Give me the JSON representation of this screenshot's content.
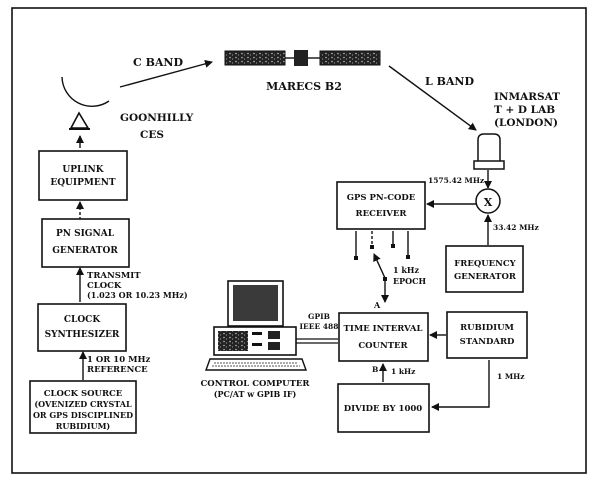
{
  "diagram": {
    "links": {
      "c_band": "C BAND",
      "l_band": "L BAND"
    },
    "satellite": {
      "name": "MARECS B2"
    },
    "ground_station": {
      "line1": "GOONHILLY",
      "line2": "CES"
    },
    "lab": {
      "line1": "INMARSAT",
      "line2": "T + D  LAB",
      "line3": "(LONDON)"
    },
    "blocks": {
      "uplink": [
        "UPLINK",
        "EQUIPMENT"
      ],
      "pn_signal": [
        "PN  SIGNAL",
        "GENERATOR"
      ],
      "clock_synth": [
        "CLOCK",
        "SYNTHESIZER"
      ],
      "clock_source": [
        "CLOCK  SOURCE",
        "(OVENIZED CRYSTAL",
        "OR GPS DISCIPLINED",
        "RUBIDIUM)"
      ],
      "gps_receiver": [
        "GPS PN-CODE",
        "RECEIVER"
      ],
      "freq_gen": [
        "FREQUENCY",
        "GENERATOR"
      ],
      "tic": [
        "TIME INTERVAL",
        "COUNTER"
      ],
      "rubidium": [
        "RUBIDIUM",
        "STANDARD"
      ],
      "divider": [
        "DIVIDE BY 1000"
      ]
    },
    "signals": {
      "transmit_clock": [
        "TRANSMIT",
        "CLOCK",
        "(1.023 OR 10.23 MHz)"
      ],
      "reference": [
        "1 OR 10 MHz",
        "REFERENCE"
      ],
      "rf_freq": "1575.42 MHz",
      "lo_freq": "33.42 MHz",
      "epoch": [
        "1 kHz",
        "EPOCH"
      ],
      "gpib": [
        "GPIB",
        "IEEE 488"
      ],
      "input_a": "A",
      "input_b": "B",
      "divider_out": "1 kHz",
      "rubidium_out": "1 MHz",
      "mixer": "X"
    },
    "computer": {
      "line1": "CONTROL COMPUTER",
      "line2": "(PC/AT w GPIB IF)"
    }
  }
}
